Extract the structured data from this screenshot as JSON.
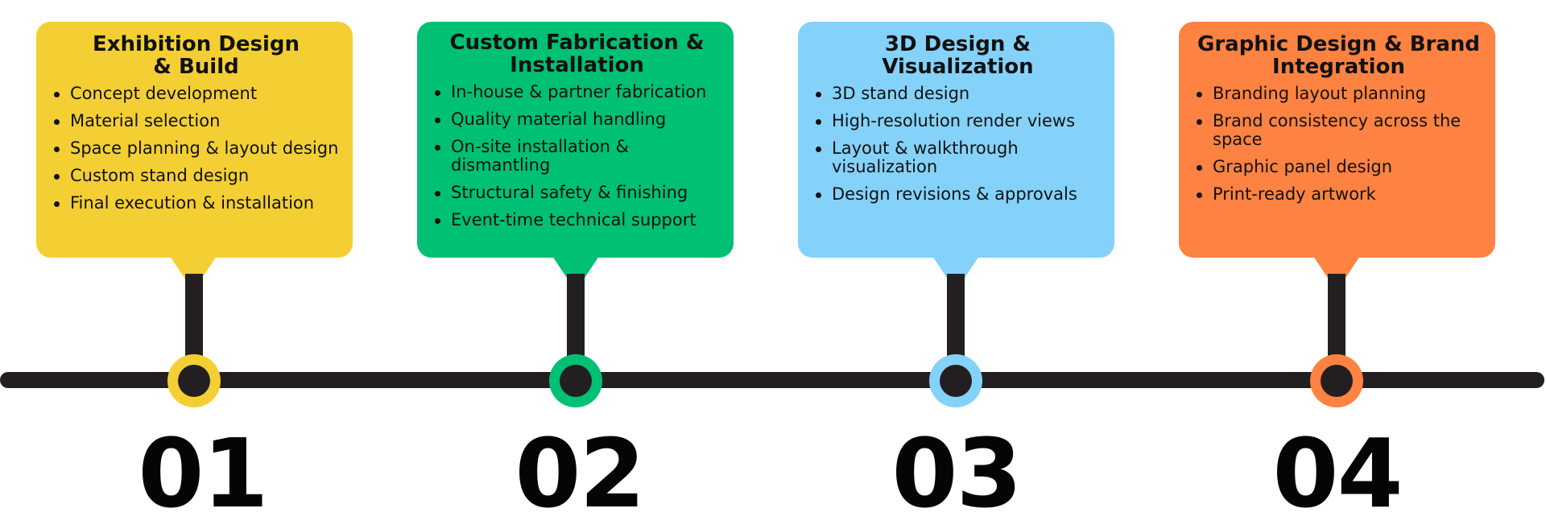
{
  "colors": {
    "line": "#231f20",
    "stage1": "#f4cf34",
    "stage2": "#00c074",
    "stage3": "#84d2f9",
    "stage4": "#fe8241"
  },
  "stages": [
    {
      "number": "01",
      "title": "Exhibition Design\n& Build",
      "items": [
        "Concept development",
        "Material selection",
        "Space planning & layout design",
        "Custom stand design",
        "Final execution & installation"
      ]
    },
    {
      "number": "02",
      "title": "Custom Fabrication &\nInstallation",
      "items": [
        "In-house & partner fabrication",
        "Quality material handling",
        "On-site installation & dismantling",
        "Structural safety & finishing",
        "Event-time technical support"
      ]
    },
    {
      "number": "03",
      "title": "3D Design &\nVisualization",
      "items": [
        "3D stand design",
        "High-resolution render views",
        "Layout & walkthrough visualization",
        "Design revisions & approvals"
      ]
    },
    {
      "number": "04",
      "title": "Graphic Design & Brand\nIntegration",
      "items": [
        "Branding layout planning",
        "Brand consistency across the space",
        "Graphic panel design",
        "Print-ready artwork"
      ]
    }
  ]
}
